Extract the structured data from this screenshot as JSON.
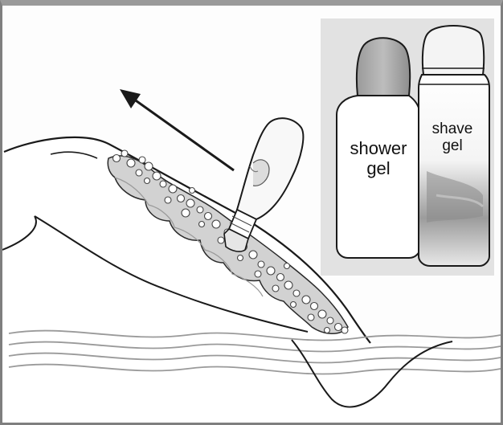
{
  "product_labels": {
    "shower_gel": {
      "line1": "shower",
      "line2": "gel"
    },
    "shave_gel": {
      "line1": "shave",
      "line2": "gel"
    }
  },
  "colors": {
    "outline": "#1a1a1a",
    "panel_bg": "#e2e2e2",
    "lather": "#cfcfcf",
    "cap": "#a9a9a9",
    "water_lines": "#9a9a9a"
  },
  "icons": {
    "direction_arrow": "arrow-up-left-icon",
    "razor": "razor-icon"
  }
}
